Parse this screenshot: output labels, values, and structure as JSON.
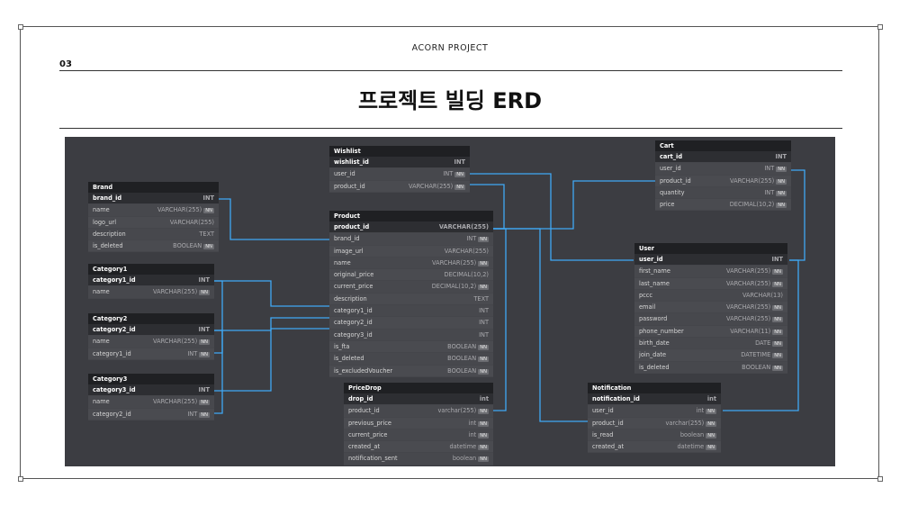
{
  "header": {
    "project": "ACORN PROJECT",
    "page_number": "03",
    "title": "프로젝트 빌딩 ERD"
  },
  "tables": {
    "brand": {
      "name": "Brand",
      "rows": [
        {
          "col": "brand_id",
          "type": "INT",
          "nn": ""
        },
        {
          "col": "name",
          "type": "VARCHAR(255)",
          "nn": "NN"
        },
        {
          "col": "logo_url",
          "type": "VARCHAR(255)",
          "nn": ""
        },
        {
          "col": "description",
          "type": "TEXT",
          "nn": ""
        },
        {
          "col": "is_deleted",
          "type": "BOOLEAN",
          "nn": "NN"
        }
      ]
    },
    "category1": {
      "name": "Category1",
      "rows": [
        {
          "col": "category1_id",
          "type": "INT",
          "nn": ""
        },
        {
          "col": "name",
          "type": "VARCHAR(255)",
          "nn": "NN"
        }
      ]
    },
    "category2": {
      "name": "Category2",
      "rows": [
        {
          "col": "category2_id",
          "type": "INT",
          "nn": ""
        },
        {
          "col": "name",
          "type": "VARCHAR(255)",
          "nn": "NN"
        },
        {
          "col": "category1_id",
          "type": "INT",
          "nn": "NN"
        }
      ]
    },
    "category3": {
      "name": "Category3",
      "rows": [
        {
          "col": "category3_id",
          "type": "INT",
          "nn": ""
        },
        {
          "col": "name",
          "type": "VARCHAR(255)",
          "nn": "NN"
        },
        {
          "col": "category2_id",
          "type": "INT",
          "nn": "NN"
        }
      ]
    },
    "wishlist": {
      "name": "Wishlist",
      "rows": [
        {
          "col": "wishlist_id",
          "type": "INT",
          "nn": ""
        },
        {
          "col": "user_id",
          "type": "INT",
          "nn": "NN"
        },
        {
          "col": "product_id",
          "type": "VARCHAR(255)",
          "nn": "NN"
        }
      ]
    },
    "product": {
      "name": "Product",
      "rows": [
        {
          "col": "product_id",
          "type": "VARCHAR(255)",
          "nn": ""
        },
        {
          "col": "brand_id",
          "type": "INT",
          "nn": "NN"
        },
        {
          "col": "image_url",
          "type": "VARCHAR(255)",
          "nn": ""
        },
        {
          "col": "name",
          "type": "VARCHAR(255)",
          "nn": "NN"
        },
        {
          "col": "original_price",
          "type": "DECIMAL(10,2)",
          "nn": ""
        },
        {
          "col": "current_price",
          "type": "DECIMAL(10,2)",
          "nn": "NN"
        },
        {
          "col": "description",
          "type": "TEXT",
          "nn": ""
        },
        {
          "col": "category1_id",
          "type": "INT",
          "nn": ""
        },
        {
          "col": "category2_id",
          "type": "INT",
          "nn": ""
        },
        {
          "col": "category3_id",
          "type": "INT",
          "nn": ""
        },
        {
          "col": "is_fta",
          "type": "BOOLEAN",
          "nn": "NN"
        },
        {
          "col": "is_deleted",
          "type": "BOOLEAN",
          "nn": "NN"
        },
        {
          "col": "is_excludedVoucher",
          "type": "BOOLEAN",
          "nn": "NN"
        }
      ]
    },
    "pricedrop": {
      "name": "PriceDrop",
      "rows": [
        {
          "col": "drop_id",
          "type": "int",
          "nn": ""
        },
        {
          "col": "product_id",
          "type": "varchar(255)",
          "nn": "NN"
        },
        {
          "col": "previous_price",
          "type": "int",
          "nn": "NN"
        },
        {
          "col": "current_price",
          "type": "int",
          "nn": "NN"
        },
        {
          "col": "created_at",
          "type": "datetime",
          "nn": "NN"
        },
        {
          "col": "notification_sent",
          "type": "boolean",
          "nn": "NN"
        }
      ]
    },
    "cart": {
      "name": "Cart",
      "rows": [
        {
          "col": "cart_id",
          "type": "INT",
          "nn": ""
        },
        {
          "col": "user_id",
          "type": "INT",
          "nn": "NN"
        },
        {
          "col": "product_id",
          "type": "VARCHAR(255)",
          "nn": "NN"
        },
        {
          "col": "quantity",
          "type": "INT",
          "nn": "NN"
        },
        {
          "col": "price",
          "type": "DECIMAL(10,2)",
          "nn": "NN"
        }
      ]
    },
    "user": {
      "name": "User",
      "rows": [
        {
          "col": "user_id",
          "type": "INT",
          "nn": ""
        },
        {
          "col": "first_name",
          "type": "VARCHAR(255)",
          "nn": "NN"
        },
        {
          "col": "last_name",
          "type": "VARCHAR(255)",
          "nn": "NN"
        },
        {
          "col": "pccc",
          "type": "VARCHAR(13)",
          "nn": ""
        },
        {
          "col": "email",
          "type": "VARCHAR(255)",
          "nn": "NN"
        },
        {
          "col": "password",
          "type": "VARCHAR(255)",
          "nn": "NN"
        },
        {
          "col": "phone_number",
          "type": "VARCHAR(11)",
          "nn": "NN"
        },
        {
          "col": "birth_date",
          "type": "DATE",
          "nn": "NN"
        },
        {
          "col": "join_date",
          "type": "DATETIME",
          "nn": "NN"
        },
        {
          "col": "is_deleted",
          "type": "BOOLEAN",
          "nn": "NN"
        }
      ]
    },
    "notification": {
      "name": "Notification",
      "rows": [
        {
          "col": "notification_id",
          "type": "int",
          "nn": ""
        },
        {
          "col": "user_id",
          "type": "int",
          "nn": "NN"
        },
        {
          "col": "product_id",
          "type": "varchar(255)",
          "nn": "NN"
        },
        {
          "col": "is_read",
          "type": "boolean",
          "nn": "NN"
        },
        {
          "col": "created_at",
          "type": "datetime",
          "nn": "NN"
        }
      ]
    }
  },
  "colors": {
    "canvas": "#3c3d42",
    "connector": "#3fa9f5",
    "header": "#1f2023"
  }
}
